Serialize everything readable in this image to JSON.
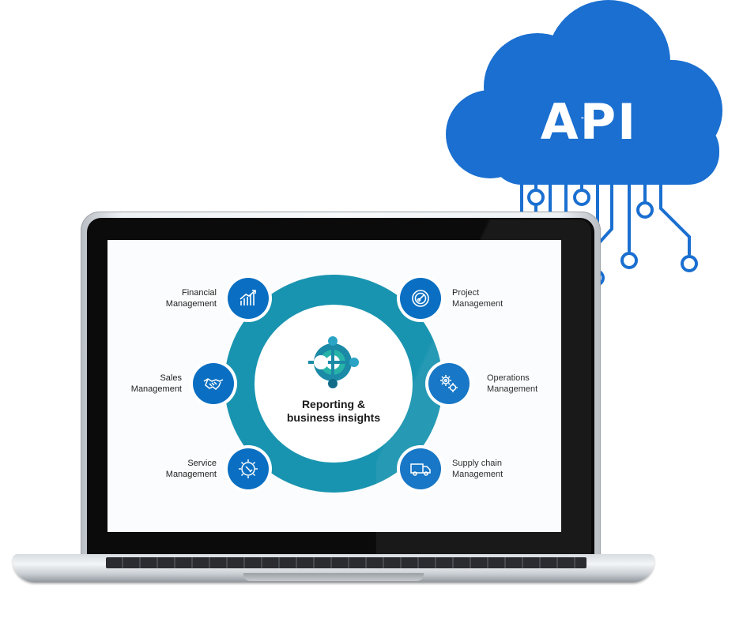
{
  "cloud": {
    "label": "API",
    "color": "#1a6fd0"
  },
  "screen": {
    "center_title": "Reporting &",
    "center_subtitle": "business insights",
    "ring_color": "#1994b0",
    "node_color": "#0a6fc2",
    "modules": [
      {
        "line1": "Financial",
        "line2": "Management",
        "icon": "bar-chart-icon"
      },
      {
        "line1": "Project",
        "line2": "Management",
        "icon": "gauge-icon"
      },
      {
        "line1": "Sales",
        "line2": "Management",
        "icon": "handshake-icon"
      },
      {
        "line1": "Operations",
        "line2": "Management",
        "icon": "gears-icon"
      },
      {
        "line1": "Service",
        "line2": "Management",
        "icon": "service-gear-icon"
      },
      {
        "line1": "Supply chain",
        "line2": "Management",
        "icon": "truck-icon"
      }
    ]
  }
}
